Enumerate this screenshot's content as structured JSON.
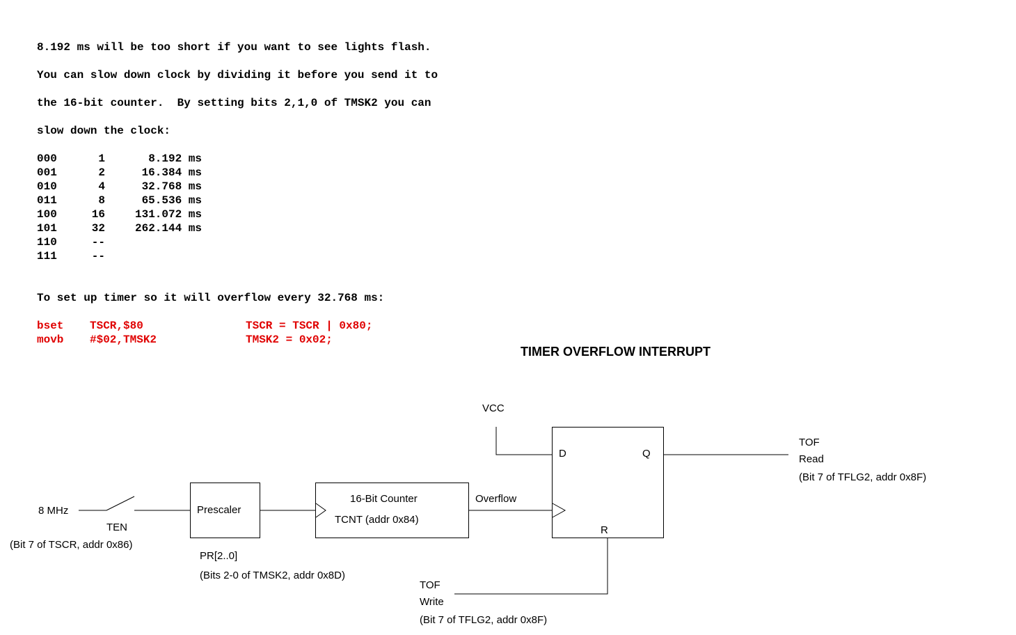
{
  "notes": {
    "line1": "8.192 ms will be too short if you want to see lights flash.",
    "line2": "You can slow down clock by dividing it before you send it to",
    "line3": "the 16-bit counter.  By setting bits 2,1,0 of TMSK2 you can",
    "line4": "slow down the clock:"
  },
  "prescale_table": [
    {
      "bits": "000",
      "divisor": "1",
      "period": "8.192 ms"
    },
    {
      "bits": "001",
      "divisor": "2",
      "period": "16.384 ms"
    },
    {
      "bits": "010",
      "divisor": "4",
      "period": "32.768 ms"
    },
    {
      "bits": "011",
      "divisor": "8",
      "period": "65.536 ms"
    },
    {
      "bits": "100",
      "divisor": "16",
      "period": "131.072 ms"
    },
    {
      "bits": "101",
      "divisor": "32",
      "period": "262.144 ms"
    },
    {
      "bits": "110",
      "divisor": "--",
      "period": ""
    },
    {
      "bits": "111",
      "divisor": "--",
      "period": ""
    }
  ],
  "setup_text": "To set up timer so it will overflow every 32.768 ms:",
  "code": [
    {
      "asm_op": "bset",
      "asm_args": "TSCR,$80",
      "c": "TSCR = TSCR | 0x80;"
    },
    {
      "asm_op": "movb",
      "asm_args": "#$02,TMSK2",
      "c": "TMSK2 = 0x02;"
    }
  ],
  "diagram": {
    "title": "TIMER OVERFLOW INTERRUPT",
    "clock_label": "8 MHz",
    "switch_label": "TEN",
    "switch_note": "(Bit 7 of TSCR, addr 0x86)",
    "prescaler_label": "Prescaler",
    "pr_label": "PR[2..0]",
    "pr_note": "(Bits 2-0 of TMSK2, addr 0x8D)",
    "counter_label": "16-Bit Counter",
    "counter_reg": "TCNT (addr 0x84)",
    "overflow_label": "Overflow",
    "vcc_label": "VCC",
    "ff_d": "D",
    "ff_q": "Q",
    "ff_r": "R",
    "tof_read_1": "TOF",
    "tof_read_2": "Read",
    "tof_read_note": "(Bit 7 of TFLG2, addr 0x8F)",
    "tof_write_1": "TOF",
    "tof_write_2": "Write",
    "tof_write_note": "(Bit 7 of TFLG2, addr 0x8F)"
  }
}
